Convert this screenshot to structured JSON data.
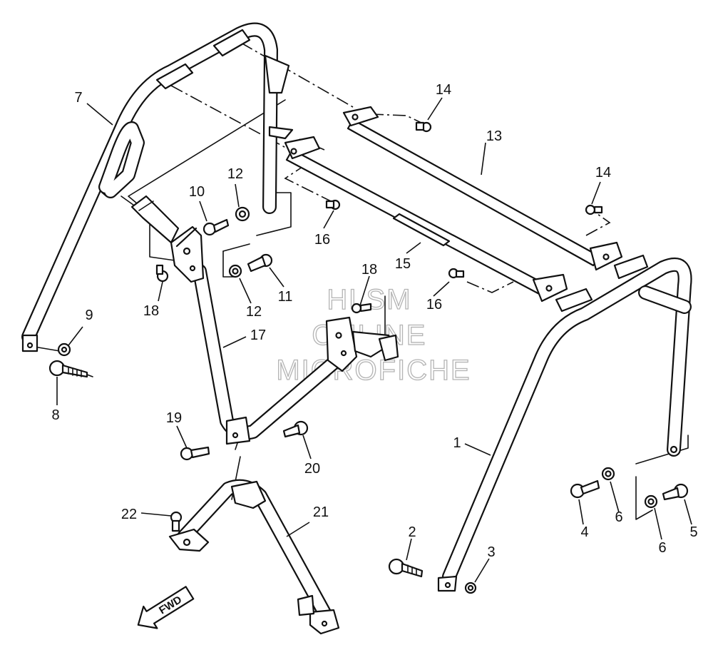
{
  "watermark": {
    "line1": "HLSM",
    "line2": "ONLINE",
    "line3": "MICROFICHE"
  },
  "direction_label": "FWD",
  "callouts": {
    "c1": "1",
    "c2": "2",
    "c3": "3",
    "c4": "4",
    "c5": "5",
    "c6a": "6",
    "c6b": "6",
    "c7": "7",
    "c8": "8",
    "c9": "9",
    "c10": "10",
    "c11": "11",
    "c12a": "12",
    "c12b": "12",
    "c13": "13",
    "c14a": "14",
    "c14b": "14",
    "c15": "15",
    "c16a": "16",
    "c16b": "16",
    "c17": "17",
    "c18a": "18",
    "c18b": "18",
    "c19": "19",
    "c20": "20",
    "c21": "21",
    "c22": "22"
  }
}
